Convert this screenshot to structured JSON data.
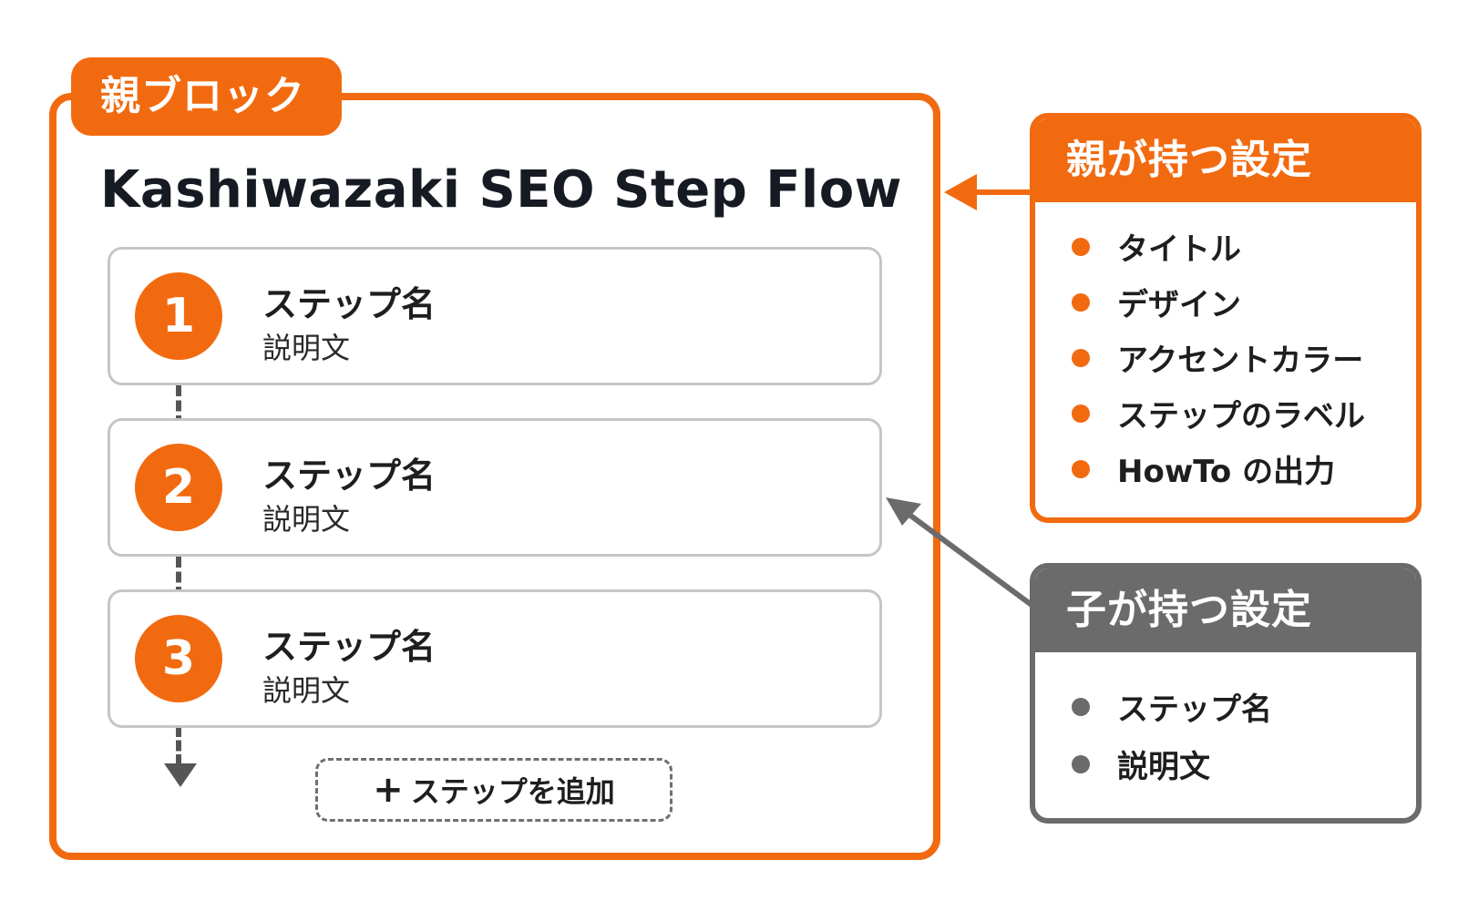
{
  "parent_block": {
    "tab_label": "親ブロック",
    "title": "Kashiwazaki SEO Step Flow",
    "steps": [
      {
        "number": "1",
        "name": "ステップ名",
        "description": "説明文"
      },
      {
        "number": "2",
        "name": "ステップ名",
        "description": "説明文"
      },
      {
        "number": "3",
        "name": "ステップ名",
        "description": "説明文"
      }
    ],
    "add_button": {
      "icon": "+",
      "label": "ステップを追加"
    }
  },
  "parent_settings": {
    "heading": "親が持つ設定",
    "items": [
      "タイトル",
      "デザイン",
      "アクセントカラー",
      "ステップのラベル",
      "HowTo の出力"
    ]
  },
  "child_settings": {
    "heading": "子が持つ設定",
    "items": [
      "ステップ名",
      "説明文"
    ]
  },
  "colors": {
    "accent": "#f26a10",
    "neutral": "#6b6b6b",
    "card_border": "#c4c6c9"
  }
}
